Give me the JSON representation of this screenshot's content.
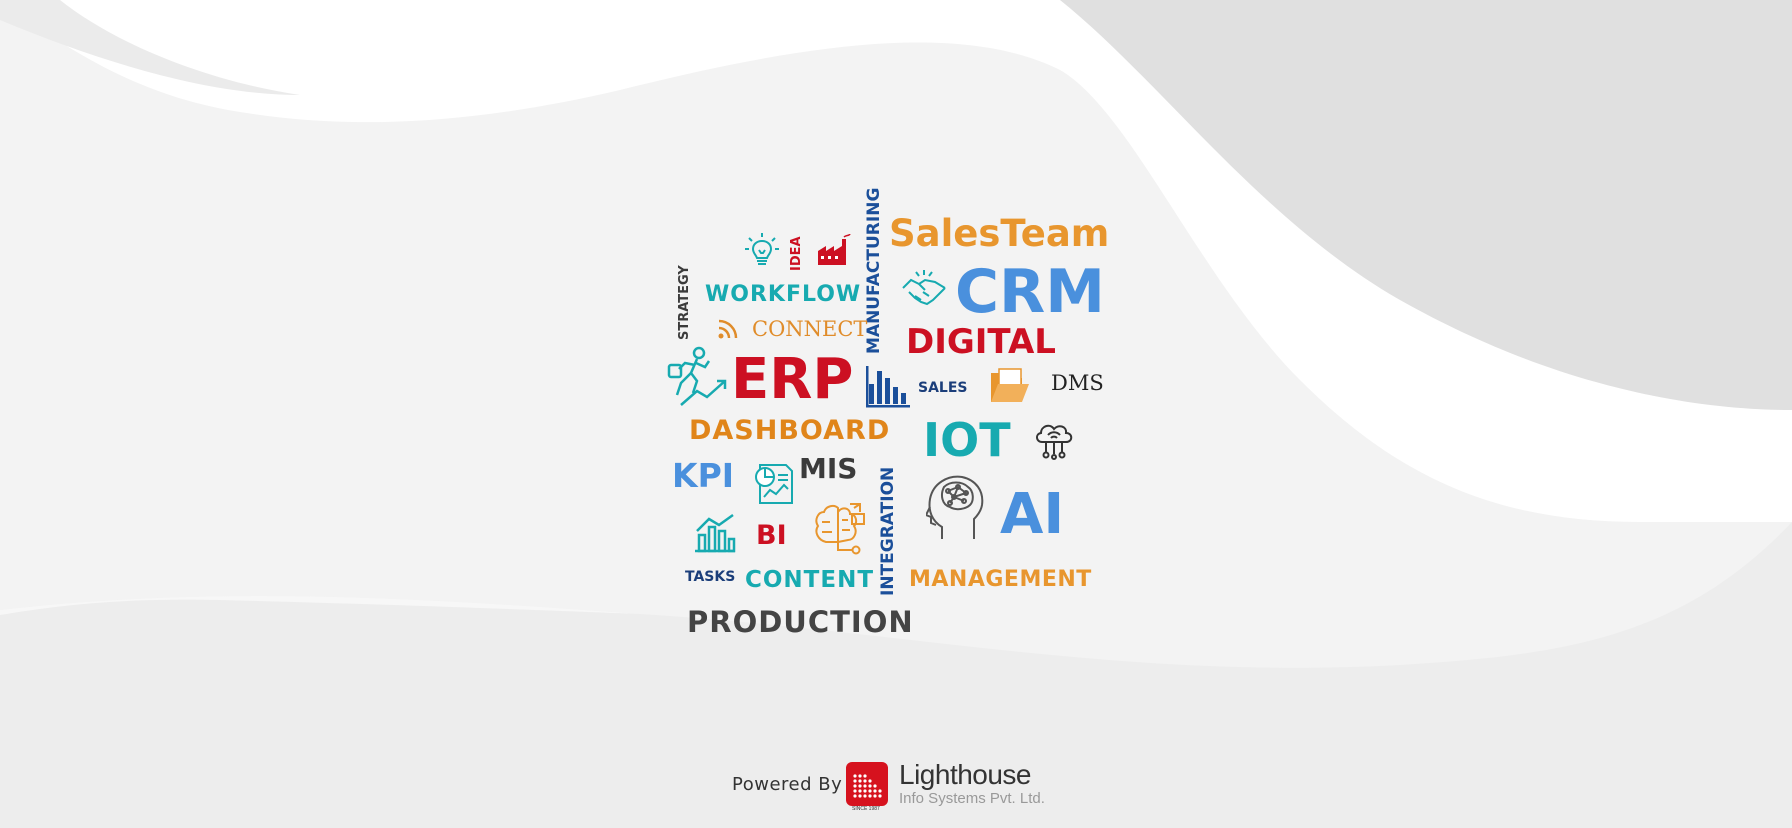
{
  "words": {
    "sales_team": "SalesTeam",
    "crm": "CRM",
    "digital": "DIGITAL",
    "manufacturing": "MANUFACTURING",
    "idea": "IDEA",
    "strategy": "STRATEGY",
    "workflow": "WORKFLOW",
    "connect": "CONNECT",
    "erp": "ERP",
    "sales": "SALES",
    "dms": "DMS",
    "dashboard": "DASHBOARD",
    "iot": "IOT",
    "kpi": "KPI",
    "mis": "MIS",
    "integration": "INTEGRATION",
    "ai": "AI",
    "bi": "BI",
    "tasks": "TASKS",
    "content": "CONTENT",
    "management": "MANAGEMENT",
    "production": "PRODUCTION"
  },
  "footer": {
    "powered_by": "Powered By",
    "brand_name": "Lighthouse",
    "brand_tagline": "Info Systems Pvt. Ltd.",
    "since": "SINCE 1987"
  },
  "icons": {
    "lightbulb": "lightbulb-icon",
    "factory": "factory-icon",
    "handshake": "handshake-icon",
    "rss": "rss-feed-icon",
    "climber": "climbing-growth-icon",
    "bar_chart": "bar-chart-icon",
    "folder": "folder-icon",
    "cloud": "cloud-network-icon",
    "report": "report-chart-icon",
    "brain_head": "ai-head-icon",
    "growth": "growth-chart-icon",
    "brain": "brain-idea-icon",
    "logo": "lighthouse-logo"
  },
  "colors": {
    "teal": "#17aab0",
    "red": "#cc1022",
    "orange": "#e8962e",
    "blue": "#4a90dd",
    "navy": "#1b4f9a",
    "dark": "#3b3b3b"
  }
}
